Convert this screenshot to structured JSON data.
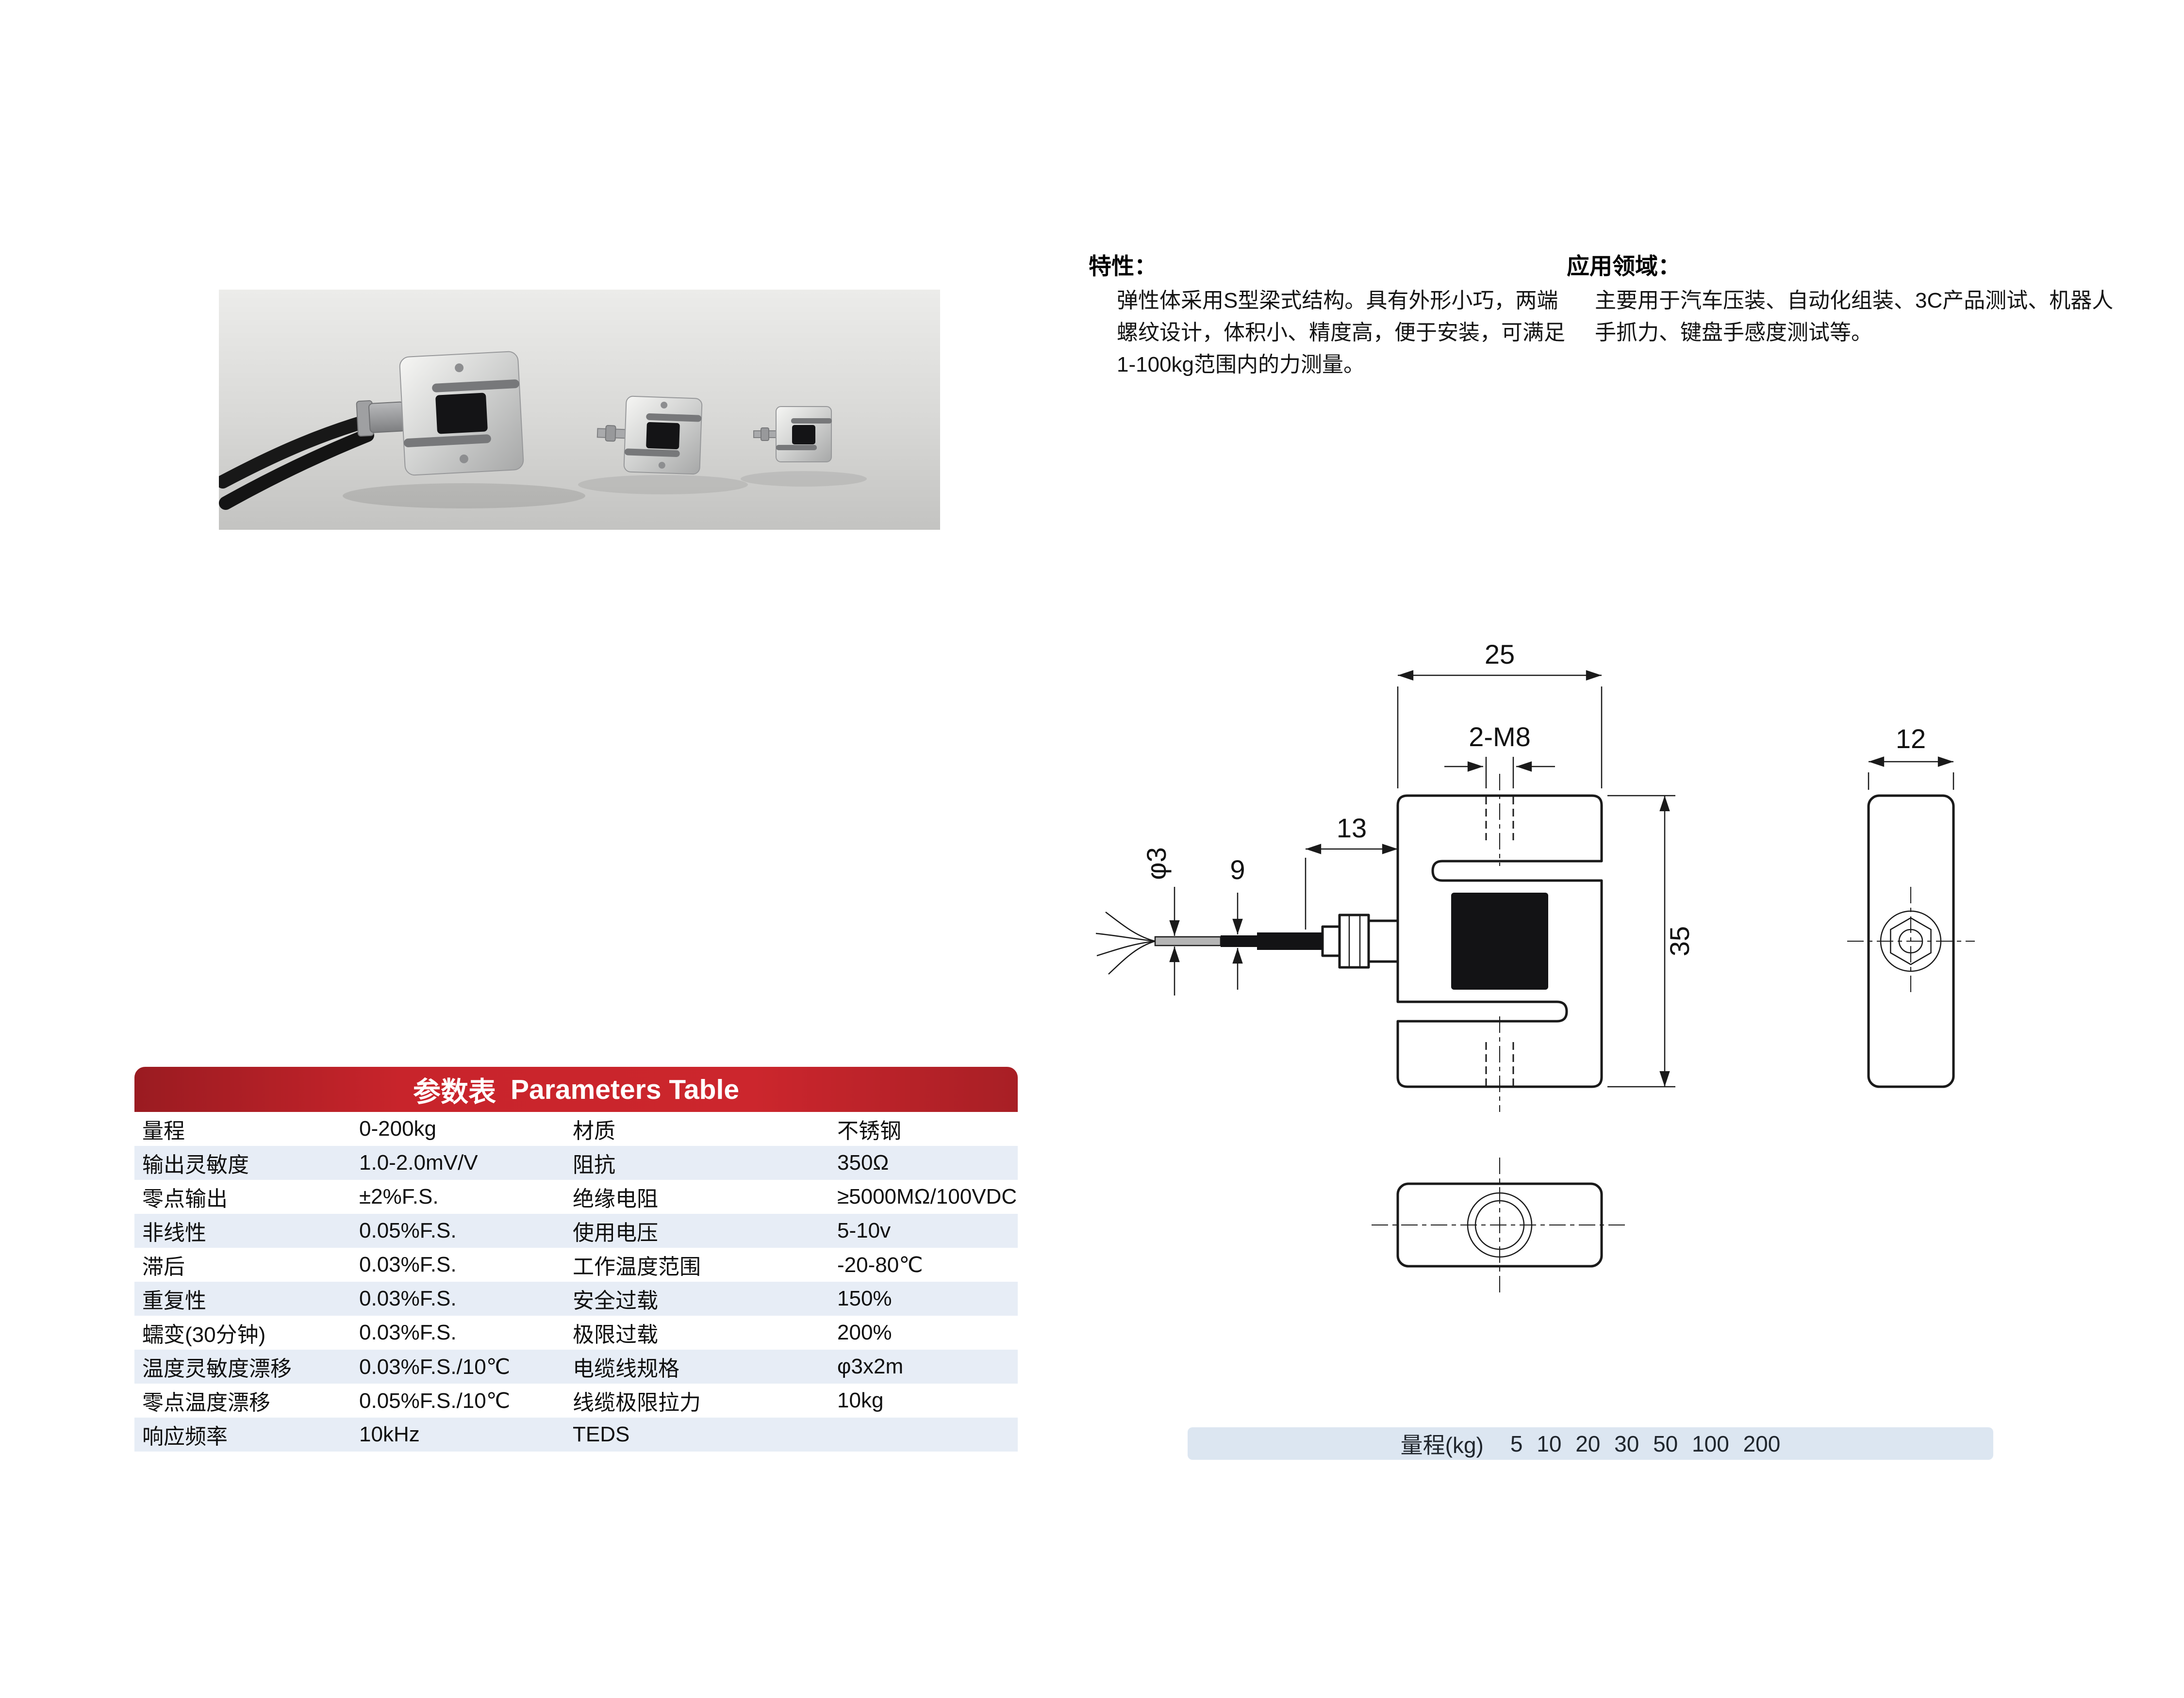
{
  "features": {
    "title": "特性：",
    "body": "弹性体采用S型梁式结构。具有外形小巧，两端螺纹设计，体积小、精度高，便于安装，可满足1-100kg范围内的力测量。"
  },
  "applications": {
    "title": "应用领域：",
    "body": "主要用于汽车压装、自动化组装、3C产品测试、机器人手抓力、键盘手感度测试等。"
  },
  "drawing": {
    "dim_top_width": "25",
    "thread_label": "2-M8",
    "dim_side_width": "12",
    "dim_cable_dia": "φ3",
    "dim_nine": "9",
    "dim_thirteen": "13",
    "dim_height": "35"
  },
  "parameters_table": {
    "title_zh": "参数表",
    "title_en": "Parameters Table",
    "rows": [
      {
        "k1": "量程",
        "v1": "0-200kg",
        "k2": "材质",
        "v2": "不锈钢"
      },
      {
        "k1": "输出灵敏度",
        "v1": "1.0-2.0mV/V",
        "k2": "阻抗",
        "v2": "350Ω"
      },
      {
        "k1": "零点输出",
        "v1": "±2%F.S.",
        "k2": "绝缘电阻",
        "v2": "≥5000MΩ/100VDC"
      },
      {
        "k1": "非线性",
        "v1": "0.05%F.S.",
        "k2": "使用电压",
        "v2": "5-10v"
      },
      {
        "k1": "滞后",
        "v1": "0.03%F.S.",
        "k2": "工作温度范围",
        "v2": "-20-80℃"
      },
      {
        "k1": "重复性",
        "v1": "0.03%F.S.",
        "k2": "安全过载",
        "v2": "150%"
      },
      {
        "k1": "蠕变(30分钟)",
        "v1": "0.03%F.S.",
        "k2": "极限过载",
        "v2": "200%"
      },
      {
        "k1": "温度灵敏度漂移",
        "v1": "0.03%F.S./10℃",
        "k2": "电缆线规格",
        "v2": "φ3x2m"
      },
      {
        "k1": "零点温度漂移",
        "v1": "0.05%F.S./10℃",
        "k2": "线缆极限拉力",
        "v2": "10kg"
      },
      {
        "k1": "响应频率",
        "v1": "10kHz",
        "k2": "TEDS",
        "v2": ""
      }
    ]
  },
  "range_bar": {
    "label": "量程(kg)",
    "values": "5 10 20 30 50 100 200"
  },
  "colors": {
    "header_red": "#c8242b",
    "row_stripe": "#e7edf6",
    "range_bar_bg": "#dce6f1"
  }
}
